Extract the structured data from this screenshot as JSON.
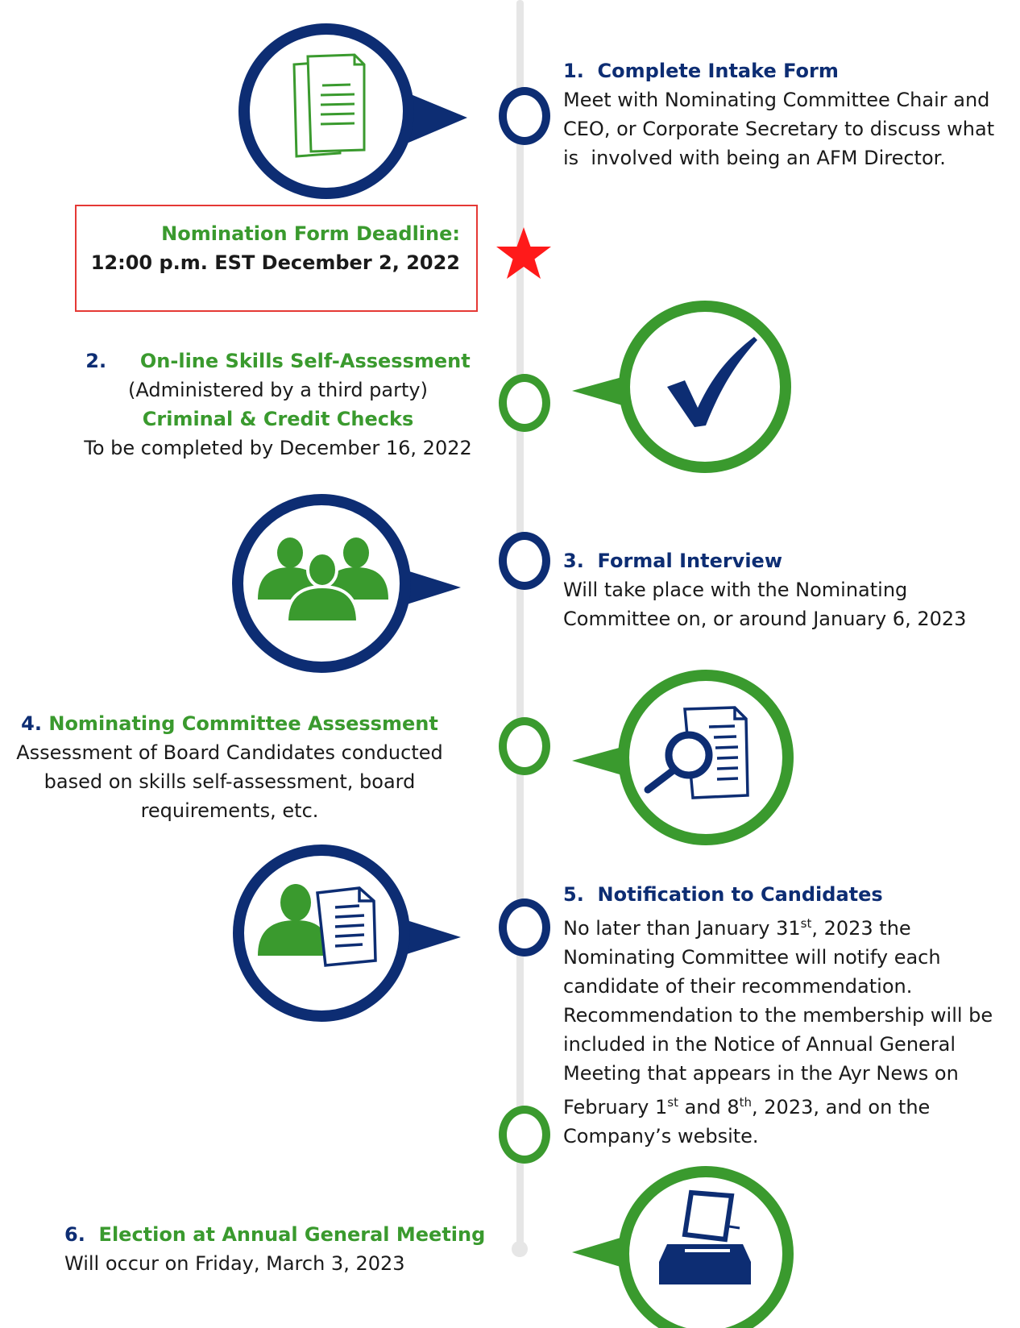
{
  "colors": {
    "navy": "#0d2d73",
    "green": "#3a9a2e",
    "deadline_red": "#e53935",
    "timeline_gray": "#e6e6e6"
  },
  "step1": {
    "number": "1.",
    "title": "Complete Intake Form",
    "lines": [
      "Meet with Nominating Committee Chair and",
      "CEO, or Corporate Secretary to discuss what",
      "is  involved with being an AFM Director."
    ],
    "icon": "documents-icon"
  },
  "deadline": {
    "label": "Nomination Form Deadline:",
    "date": "12:00 p.m. EST December 2, 2022",
    "icon": "star-icon"
  },
  "step2": {
    "number": "2.",
    "title": "On-line Skills Self-Assessment",
    "subtitle": "(Administered by a third party)",
    "title2": "Criminal & Credit Checks",
    "note": "To be completed by December 16, 2022",
    "icon": "checkmark-icon"
  },
  "step3": {
    "number": "3.",
    "title": "Formal Interview",
    "lines": [
      "Will take place with the Nominating",
      "Committee on, or around January 6, 2023"
    ],
    "icon": "people-group-icon"
  },
  "step4": {
    "number": "4.",
    "title": "Nominating Committee Assessment",
    "lines": [
      "Assessment of Board Candidates conducted",
      "based on skills self-assessment, board",
      "requirements, etc."
    ],
    "icon": "magnifier-document-icon"
  },
  "step5": {
    "number": "5.",
    "title": "Notification to Candidates",
    "line1_pre": "No later than January 31",
    "line1_sup": "st",
    "line1_post": ", 2023 the",
    "lines": [
      "Nominating Committee will notify each",
      "candidate of their recommendation.",
      "Recommendation to the membership will be",
      "included in the Notice of Annual General",
      "Meeting that appears in the Ayr News on"
    ],
    "line7_a": "February 1",
    "line7_sup1": "st",
    "line7_b": " and 8",
    "line7_sup2": "th",
    "line7_c": ", 2023, and on the",
    "line8": "Company’s website.",
    "icon": "person-document-icon"
  },
  "step6": {
    "number": "6.",
    "title": "Election at Annual General Meeting",
    "note": "Will occur on Friday, March 3, 2023",
    "icon": "ballot-box-icon"
  }
}
